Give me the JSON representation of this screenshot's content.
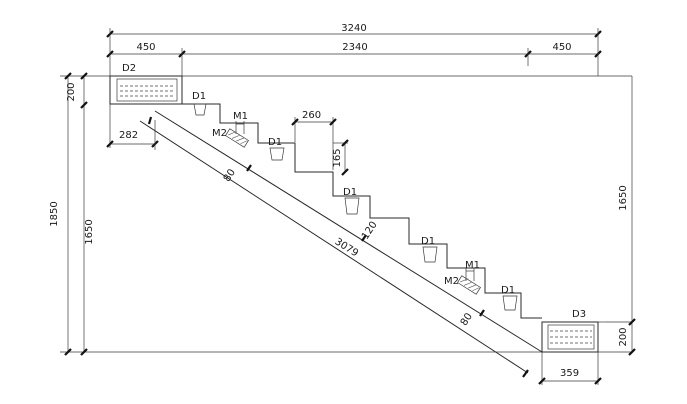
{
  "dimensions": {
    "total_width": "3240",
    "left_width": "450",
    "middle_width": "2340",
    "right_width": "450",
    "total_height": "1850",
    "left_lower_height": "1650",
    "right_height": "1650",
    "top_landing_thickness": "200",
    "bottom_landing_thickness": "200",
    "tread": "260",
    "riser": "165",
    "top_landing_length": "282",
    "bottom_landing_length": "359",
    "slab_length": "3079",
    "slab_thickness_upper": "80",
    "slab_thickness_lower": "80",
    "slab_thickness_mid": "120"
  },
  "labels": {
    "d2": "D2",
    "d3": "D3",
    "d1_1": "D1",
    "d1_2": "D1",
    "d1_3": "D1",
    "d1_4": "D1",
    "d1_5": "D1",
    "m1_upper": "M1",
    "m2_upper": "M2",
    "m1_lower": "M1",
    "m2_lower": "M2"
  }
}
